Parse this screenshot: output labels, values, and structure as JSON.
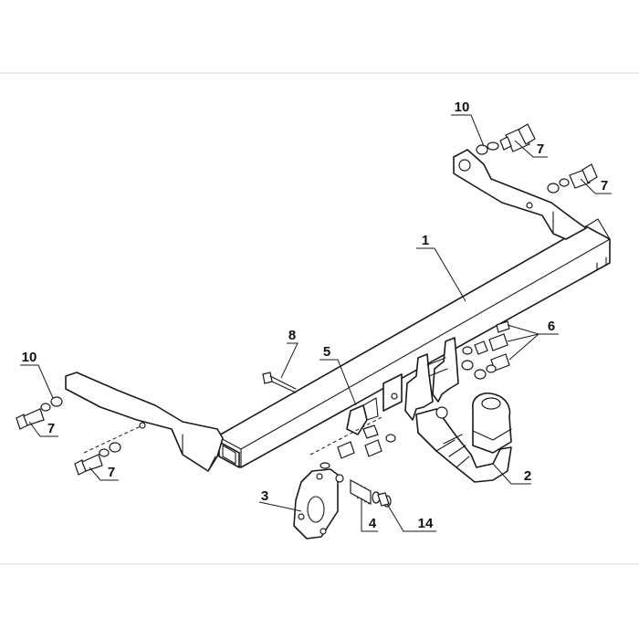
{
  "callouts": {
    "c1": "1",
    "c2": "2",
    "c3": "3",
    "c4": "4",
    "c5": "5",
    "c6": "6",
    "c7a": "7",
    "c7b": "7",
    "c7c": "7",
    "c7d": "7",
    "c8": "8",
    "c10a": "10",
    "c10b": "10",
    "c14": "14"
  },
  "colors": {
    "line": "#1a1a1a",
    "background": "#ffffff"
  }
}
